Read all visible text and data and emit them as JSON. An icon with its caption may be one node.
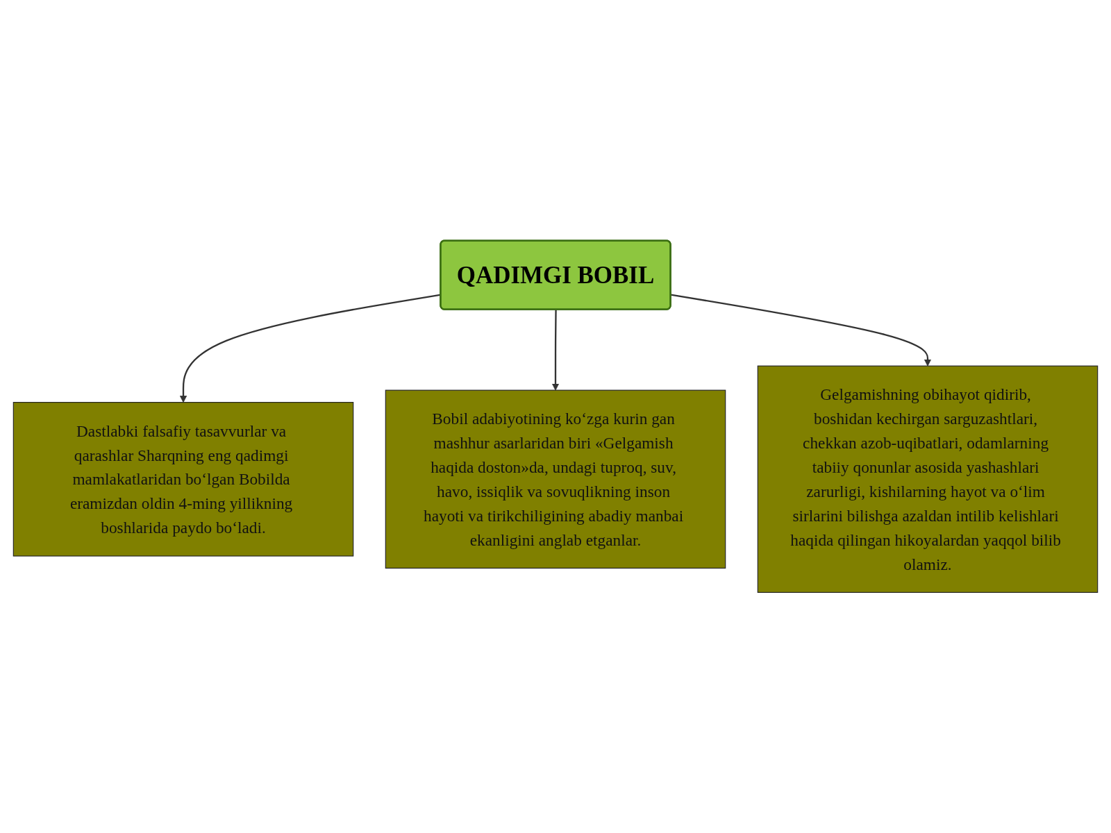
{
  "diagram": {
    "nodes": [
      {
        "text": [
          "QADIMGI BOBIL"
        ]
      },
      {
        "text": [
          "Dastlabki falsafiy tasavvurlar va qarashlar Sharqning eng qadimgi mamlakatlaridan bo‘lgan Bobilda eramizdan oldin 4-ming yillikning boshlarida paydo bo‘ladi."
        ]
      },
      {
        "text": [
          "Bobil adabiyotining ko‘zga kurin gan mashhur asarlaridan biri «Gelgamish haqida doston»da, undagi tuproq, suv, havo, issiqlik va sovuqlikning inson hayoti va tirikchiligining abadiy manbai ekanligini anglab etganlar."
        ]
      },
      {
        "text": [
          "Gelgamishning obihayot qidirib, boshidan kechirgan sarguzashtlari, chekkan azob-uqibatlari, odamlarning tabiiy qonunlar asosida yashashlari zarurligi, kishilarning hayot va o‘lim sirlarini bilishga azaldan intilib kelishlari haqida qilingan hikoyalardan yaqqol bilib olamiz."
        ]
      }
    ],
    "edges": [
      {
        "from": 0,
        "to": 1,
        "arrow": "to"
      },
      {
        "from": 0,
        "to": 2,
        "arrow": "to"
      },
      {
        "from": 0,
        "to": 3,
        "arrow": "to"
      }
    ]
  }
}
